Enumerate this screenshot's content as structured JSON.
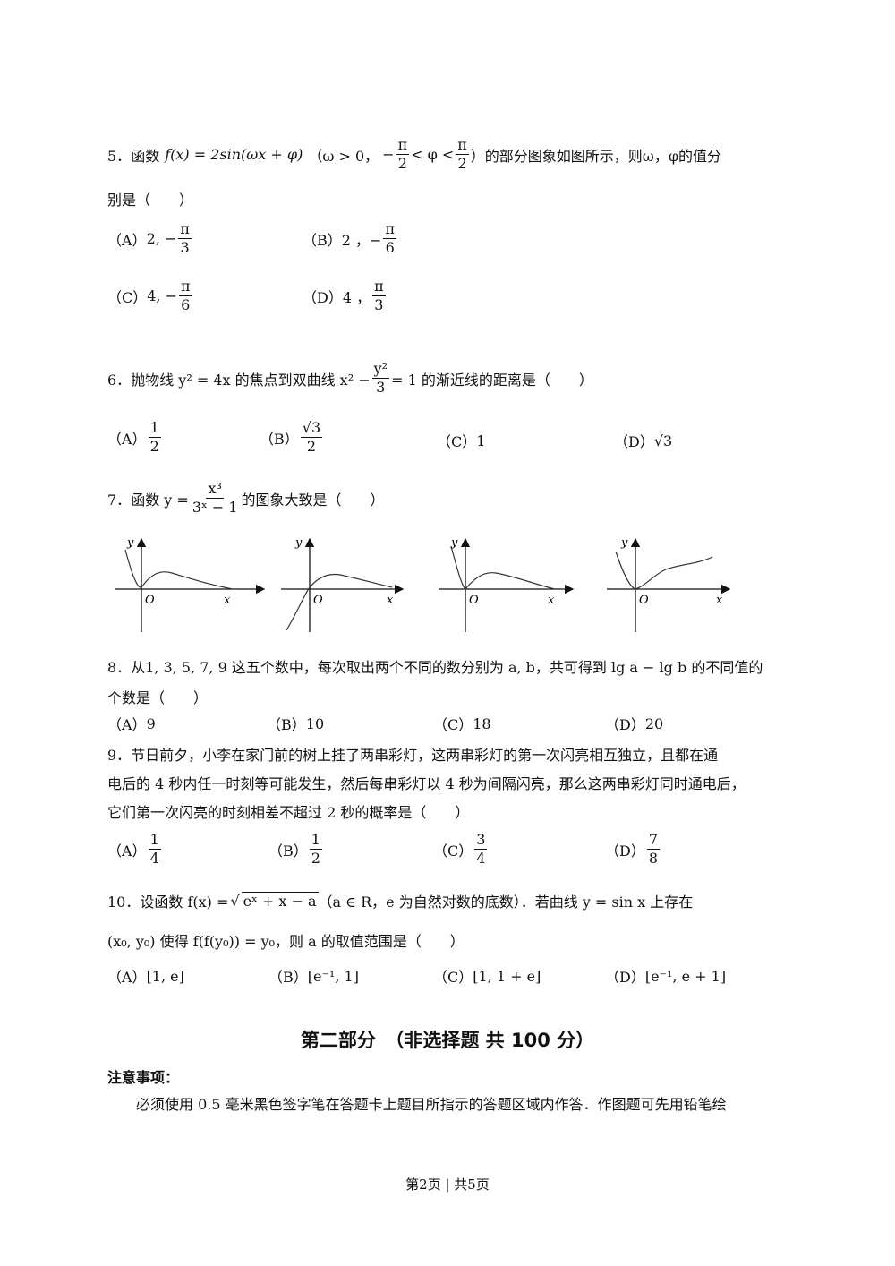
{
  "q5": {
    "num": "5．",
    "text_a": "函数",
    "func": "f(x) = 2sin(ωx + φ)",
    "cond_1": "（ω > 0，",
    "cond_mid": "< φ <",
    "cond_end": "）的部分图象如图所示，则ω，φ的值分",
    "line2": "别是（　　）",
    "options": [
      {
        "label": "（A）",
        "pre": "2, −",
        "num": "π",
        "den": "3"
      },
      {
        "label": "（B）",
        "pre": "2 ，−",
        "num": "π",
        "den": "6"
      },
      {
        "label": "（C）",
        "pre": "4, −",
        "num": "π",
        "den": "6"
      },
      {
        "label": "（D）",
        "pre": "4 ，",
        "num": "π",
        "den": "3"
      }
    ]
  },
  "q6": {
    "num": "6．",
    "text_a": "抛物线 y² = 4x 的焦点到双曲线 x² −",
    "frac_num": "y²",
    "frac_den": "3",
    "text_b": "= 1 的渐近线的距离是（　　）",
    "options": [
      {
        "label": "（A）",
        "num": "1",
        "den": "2"
      },
      {
        "label": "（B）",
        "num": "√3",
        "den": "2"
      },
      {
        "label": "（C）",
        "value": "1"
      },
      {
        "label": "（D）",
        "value": "√3"
      }
    ]
  },
  "q7": {
    "num": "7．",
    "text_a": "函数 y =",
    "frac_num": "x³",
    "frac_den": "3ˣ − 1",
    "text_b": "的图象大致是（　　）",
    "axis_y": "y",
    "axis_x": "x",
    "origin": "O"
  },
  "q8": {
    "num": "8．",
    "line1": "从1, 3, 5, 7, 9 这五个数中，每次取出两个不同的数分别为 a, b，共可得到 lg a − lg b 的不同值的",
    "line2": "个数是（　　）",
    "options": [
      {
        "label": "（A）",
        "value": "9"
      },
      {
        "label": "（B）",
        "value": "10"
      },
      {
        "label": "（C）",
        "value": "18"
      },
      {
        "label": "（D）",
        "value": "20"
      }
    ]
  },
  "q9": {
    "line1": "9．节日前夕，小李在家门前的树上挂了两串彩灯，这两串彩灯的第一次闪亮相互独立，且都在通",
    "line2": "电后的 4 秒内任一时刻等可能发生，然后每串彩灯以 4 秒为间隔闪亮，那么这两串彩灯同时通电后，",
    "line3": "它们第一次闪亮的时刻相差不超过 2 秒的概率是（　　）",
    "options": [
      {
        "label": "（A）",
        "num": "1",
        "den": "4"
      },
      {
        "label": "（B）",
        "num": "1",
        "den": "2"
      },
      {
        "label": "（C）",
        "num": "3",
        "den": "4"
      },
      {
        "label": "（D）",
        "num": "7",
        "den": "8"
      }
    ]
  },
  "q10": {
    "line1_a": "10．设函数 f(x) =",
    "sqrt": "eˣ + x − a",
    "line1_b": "（a ∈ R，e 为自然对数的底数）．若曲线 y = sin x 上存在",
    "line2": "(x₀, y₀) 使得 f(f(y₀)) = y₀，则 a 的取值范围是（　　）",
    "options": [
      {
        "label": "（A）",
        "value": "[1, e]"
      },
      {
        "label": "（B）",
        "value": "[e⁻¹, 1]"
      },
      {
        "label": "（C）",
        "value": "[1, 1 + e]"
      },
      {
        "label": "（D）",
        "value": "[e⁻¹, e + 1]"
      }
    ]
  },
  "part2": {
    "title": "第二部分　（非选择题 共 100 分）",
    "notice_title": "注意事项：",
    "notice_text": "必须使用 0.5 毫米黑色签字笔在答题卡上题目所指示的答题区域内作答．作图题可先用铅笔绘"
  },
  "footer": {
    "page": "第2页 | 共5页"
  }
}
